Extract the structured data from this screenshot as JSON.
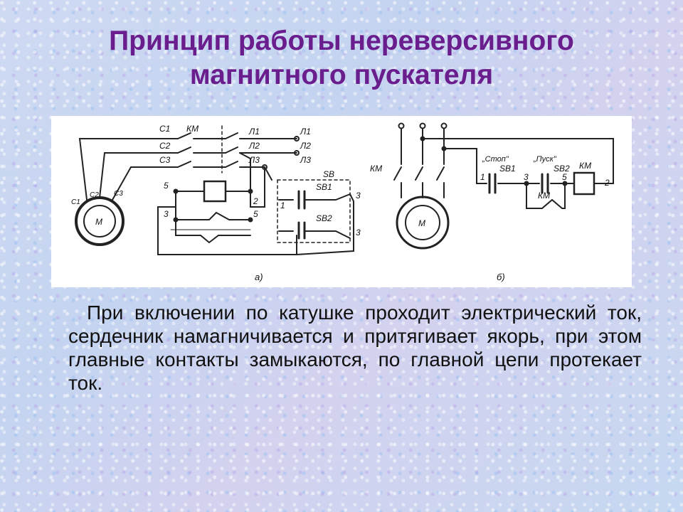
{
  "slide": {
    "title_line1": "Принцип работы нереверсивного",
    "title_line2": "магнитного пускателя",
    "paragraph": "При включении по катушке проходит электрический ток, сердечник намагничивается и притягивает якорь, при этом главные контакты замыкаются, по главной цепи протекает ток."
  },
  "diagram": {
    "a": {
      "caption": "а)",
      "labels": {
        "c1": "С1",
        "c2": "С2",
        "c3": "С3",
        "km": "КМ",
        "l1a": "Л1",
        "l2a": "Л2",
        "l3a": "Л3",
        "l1b": "Л1",
        "l2b": "Л2",
        "l3b": "Л3",
        "sb": "SB",
        "sb1": "SB1",
        "sb2": "SB2",
        "n5a": "5",
        "n3a": "3",
        "n2": "2",
        "n5b": "5",
        "n1": "1",
        "n3b": "3",
        "n3c": "3",
        "motor": "М",
        "mc1": "С1",
        "mc2": "С2",
        "mc3": "С3"
      }
    },
    "b": {
      "caption": "б)",
      "labels": {
        "km_main": "КМ",
        "motor": "М",
        "stop": "„Стоп\"",
        "start": "„Пуск\"",
        "sb1": "SB1",
        "sb2": "SB2",
        "n1": "1",
        "n3": "3",
        "n5": "5",
        "n2": "2",
        "km_coil": "КМ",
        "km_aux": "КМ"
      }
    }
  }
}
